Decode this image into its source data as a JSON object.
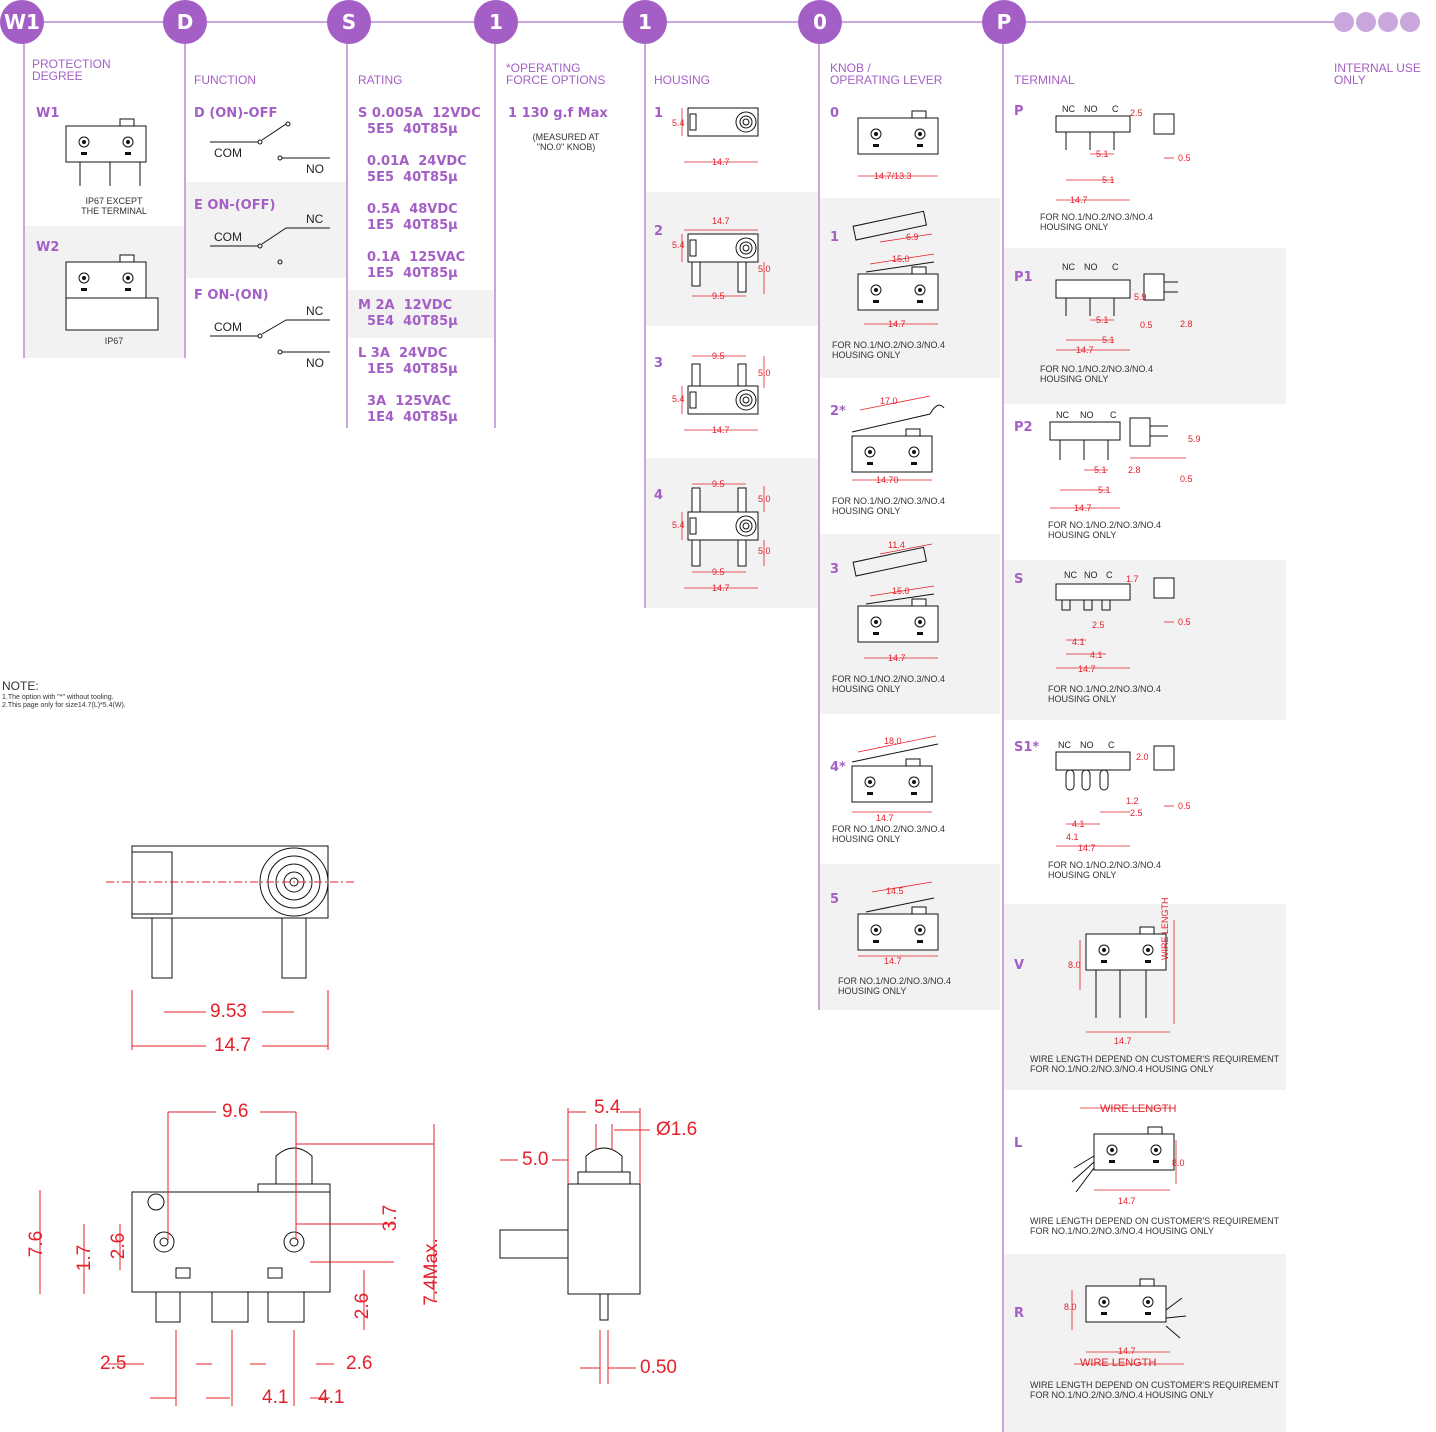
{
  "code_circles": {
    "c1": "W1",
    "c2": "D",
    "c3": "S",
    "c4": "1",
    "c5": "1",
    "c6": "0",
    "c7": "P"
  },
  "headers": {
    "protection": "PROTECTION\nDEGREE",
    "function": "FUNCTION",
    "rating": "RATING",
    "force": "*OPERATING\nFORCE OPTIONS",
    "housing": "HOUSING",
    "knob": "KNOB /\nOPERATING LEVER",
    "terminal": "TERMINAL",
    "internal": "INTERNAL USE\nONLY"
  },
  "protection": {
    "w1": {
      "code": "W1",
      "desc": "IP67 EXCEPT\nTHE TERMINAL"
    },
    "w2": {
      "code": "W2",
      "desc": "IP67"
    }
  },
  "function": {
    "d": {
      "code": "D (ON)-OFF",
      "com": "COM",
      "no": "NO"
    },
    "e": {
      "code": "E ON-(OFF)",
      "com": "COM",
      "nc": "NC"
    },
    "f": {
      "code": "F ON-(ON)",
      "com": "COM",
      "nc": "NC",
      "no": "NO"
    }
  },
  "rating": {
    "s1": "S 0.005A  12VDC\n  5E5  40T85µ",
    "s2": "  0.01A  24VDC\n  5E5  40T85µ",
    "s3": "  0.5A  48VDC\n  1E5  40T85µ",
    "s4": "  0.1A  125VAC\n  1E5  40T85µ",
    "m": "M 2A  12VDC\n  5E4  40T85µ",
    "l1": "L 3A  24VDC\n  1E5  40T85µ",
    "l2": "  3A  125VAC\n  1E4  40T85µ"
  },
  "force": {
    "option": "1 130 g.f Max",
    "note": "(MEASURED AT\n\"NO.0\" KNOB)"
  },
  "housing": {
    "h1": "1",
    "h2": "2",
    "h3": "3",
    "h4": "4",
    "dims": {
      "d54": "5.4",
      "d147": "14.7",
      "d95": "9.5",
      "d50": "5.0"
    }
  },
  "knob": {
    "k0": "0",
    "k1": "1",
    "k2": "2*",
    "k3": "3",
    "k4": "4*",
    "k5": "5",
    "dims": {
      "k0": "14.7/13.3",
      "k1a": "6.9",
      "k1b": "15.0",
      "k1c": "14.7",
      "k2a": "17.0",
      "k2b": "14.70",
      "k3a": "11.4",
      "k3b": "15.0",
      "k3c": "14.7",
      "k4a": "18.0",
      "k4b": "14.7",
      "k5a": "14.5",
      "k5b": "14.7"
    },
    "only": "FOR NO.1/NO.2/NO.3/NO.4\nHOUSING ONLY"
  },
  "terminal": {
    "p": "P",
    "p1": "P1",
    "p2": "P2",
    "s": "S",
    "s1": "S1*",
    "v": "V",
    "l": "L",
    "r": "R",
    "pins": {
      "nc": "NC",
      "no": "NO",
      "c": "C"
    },
    "dims": {
      "d25": "2.5",
      "d51": "5.1",
      "d05": "0.5",
      "d147": "14.7",
      "d59": "5.9",
      "d28": "2.8",
      "d17": "1.7",
      "d41": "4.1",
      "d20": "2.0",
      "d12": "1.2",
      "d80": "8.0"
    },
    "only": "FOR NO.1/NO.2/NO.3/NO.4\nHOUSING ONLY",
    "wire": "WIRE LENGTH",
    "wire_note": "WIRE LENGTH DEPEND ON CUSTOMER'S REQUIREMENT\nFOR NO.1/NO.2/NO.3/NO.4 HOUSING ONLY"
  },
  "note": {
    "title": "NOTE:",
    "l1": "1.The option with \"*\" without tooling.",
    "l2": "2.This page only for size14.7(L)*5.4(W)."
  },
  "main_drawing": {
    "d953": "9.53",
    "d147": "14.7",
    "d96": "9.6",
    "d37": "3.7",
    "d76": "7.6",
    "d17": "1.7",
    "d26": "2.6",
    "d74": "7.4Max.",
    "d25": "2.5",
    "d41": "4.1",
    "d54": "5.4",
    "d50": "5.0",
    "phi": "Ø1.6",
    "d050": "0.50"
  },
  "colors": {
    "accent": "#a45fc6",
    "dim": "#e5202a",
    "band": "#f2f2f2"
  }
}
